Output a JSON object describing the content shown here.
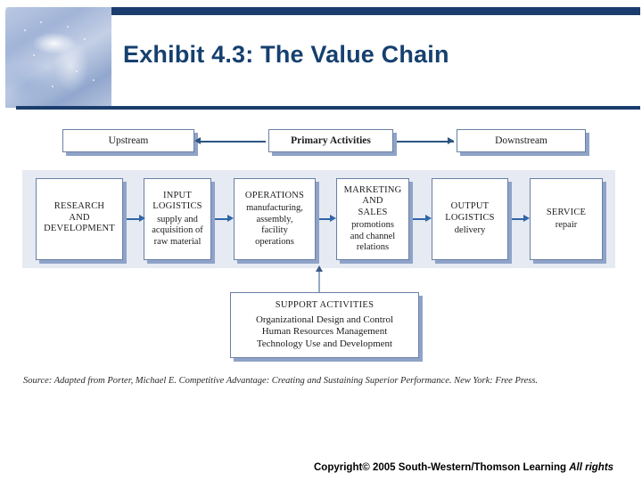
{
  "slide": {
    "title": "Exhibit 4.3: The Value Chain",
    "accent_navy": "#1b3d6d",
    "title_color": "#16406f",
    "arrow_color": "#2f66a8",
    "panel_color": "#e6eaf2"
  },
  "top_row": {
    "upstream": "Upstream",
    "primary": "Primary Activities",
    "downstream": "Downstream"
  },
  "chain": [
    {
      "head": "RESEARCH\nAND\nDEVELOPMENT",
      "sub": ""
    },
    {
      "head": "INPUT\nLOGISTICS",
      "sub": "supply and\nacquisition of\nraw material"
    },
    {
      "head": "OPERATIONS",
      "sub": "manufacturing,\nassembly,\nfacility\noperations"
    },
    {
      "head": "MARKETING\nAND\nSALES",
      "sub": "promotions\nand channel\nrelations"
    },
    {
      "head": "OUTPUT\nLOGISTICS",
      "sub": "delivery"
    },
    {
      "head": "SERVICE",
      "sub": "repair"
    }
  ],
  "support": {
    "head": "SUPPORT ACTIVITIES",
    "sub": "Organizational Design and Control\nHuman Resources Management\nTechnology Use and Development"
  },
  "source": "Source: Adapted from Porter, Michael E. Competitive Advantage: Creating and Sustaining Superior Performance. New York: Free Press.",
  "footer": {
    "copyright": "Copyright© 2005 South-Western/Thomson Learning",
    "rights": "All rights"
  }
}
